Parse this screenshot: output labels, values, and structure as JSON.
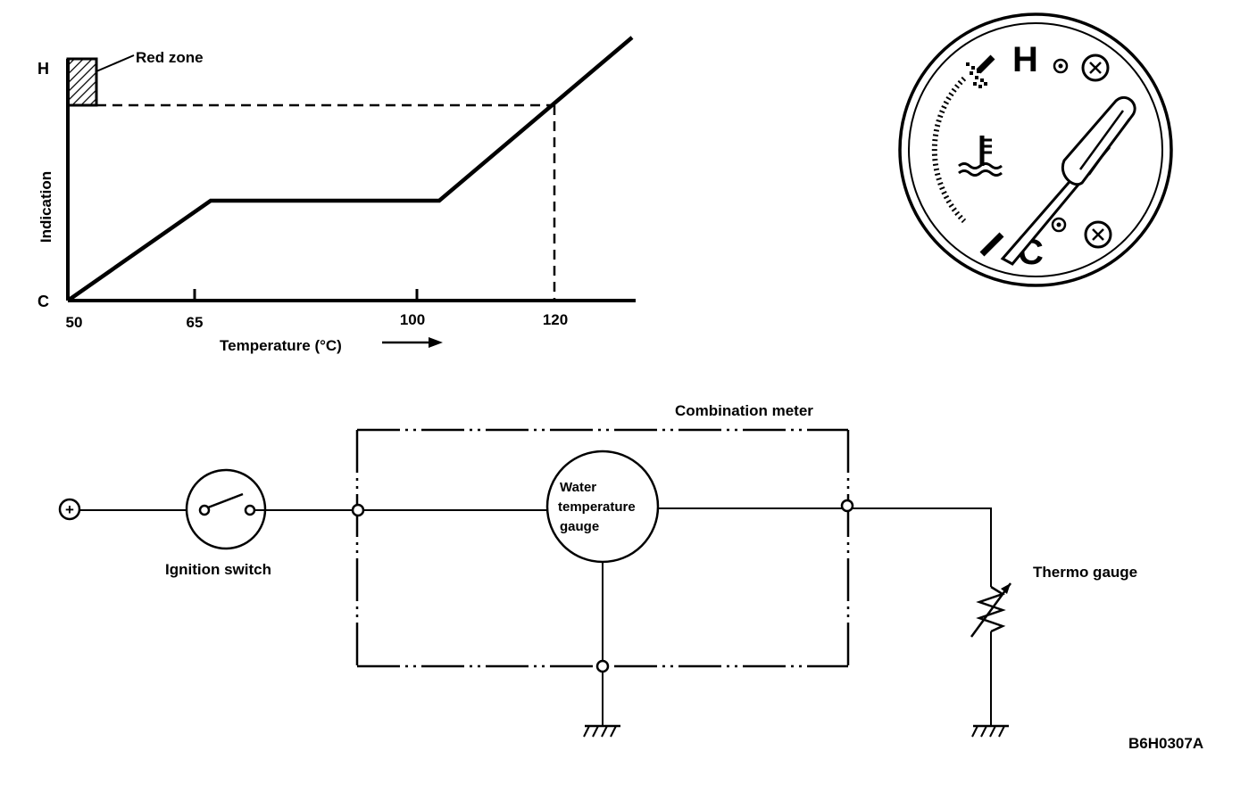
{
  "graph": {
    "y_high_label": "H",
    "y_low_label": "C",
    "y_axis_label": "Indication",
    "red_zone_label": "Red zone",
    "x_tick_labels": [
      "50",
      "65",
      "100",
      "120"
    ],
    "x_axis_label": "Temperature (°C)"
  },
  "gauge_face": {
    "hot_letter": "H",
    "cold_letter": "C"
  },
  "circuit": {
    "combination_meter_label": "Combination meter",
    "ignition_switch_label": "Ignition switch",
    "water_gauge_line1": "Water",
    "water_gauge_line2": "temperature",
    "water_gauge_line3": "gauge",
    "thermo_gauge_label": "Thermo gauge",
    "power_symbol": "+"
  },
  "figure_code": "B6H0307A"
}
